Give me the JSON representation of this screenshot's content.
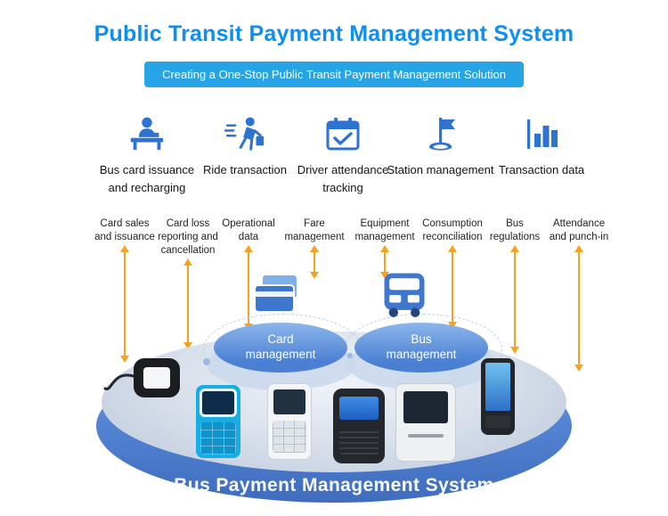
{
  "title": "Public Transit Payment Management System",
  "banner": "Creating a One-Stop Public Transit Payment Management Solution",
  "features": [
    {
      "label": "Bus card issuance and recharging",
      "icon": "card-issuance-icon"
    },
    {
      "label": "Ride transaction",
      "icon": "ride-transaction-icon"
    },
    {
      "label": "Driver attendance tracking",
      "icon": "attendance-calendar-icon"
    },
    {
      "label": "Station management",
      "icon": "station-flag-icon"
    },
    {
      "label": "Transaction data",
      "icon": "transaction-chart-icon"
    }
  ],
  "flows": [
    {
      "label": "Card sales and issuance"
    },
    {
      "label": "Card loss reporting and cancellation"
    },
    {
      "label": "Operational data"
    },
    {
      "label": "Fare management"
    },
    {
      "label": "Equipment management"
    },
    {
      "label": "Consumption reconciliation"
    },
    {
      "label": "Bus regulations"
    },
    {
      "label": "Attendance and punch-in"
    }
  ],
  "platform": {
    "modules": [
      {
        "label": "Card management",
        "icon": "bank-cards-icon"
      },
      {
        "label": "Bus management",
        "icon": "bus-icon"
      }
    ],
    "caption": "Bus Payment Management System",
    "devices": [
      "usb-card-reader",
      "handheld-pos-blue",
      "handheld-pos-white",
      "bus-validator-black",
      "ticket-machine-white",
      "handheld-pda"
    ]
  },
  "colors": {
    "title_blue": "#0e8ef2",
    "banner_blue": "#27a4e6",
    "icon_blue": "#2e72d2",
    "arrow_orange": "#f6a21e",
    "platform_rim_blue": "#4f7fd0"
  }
}
